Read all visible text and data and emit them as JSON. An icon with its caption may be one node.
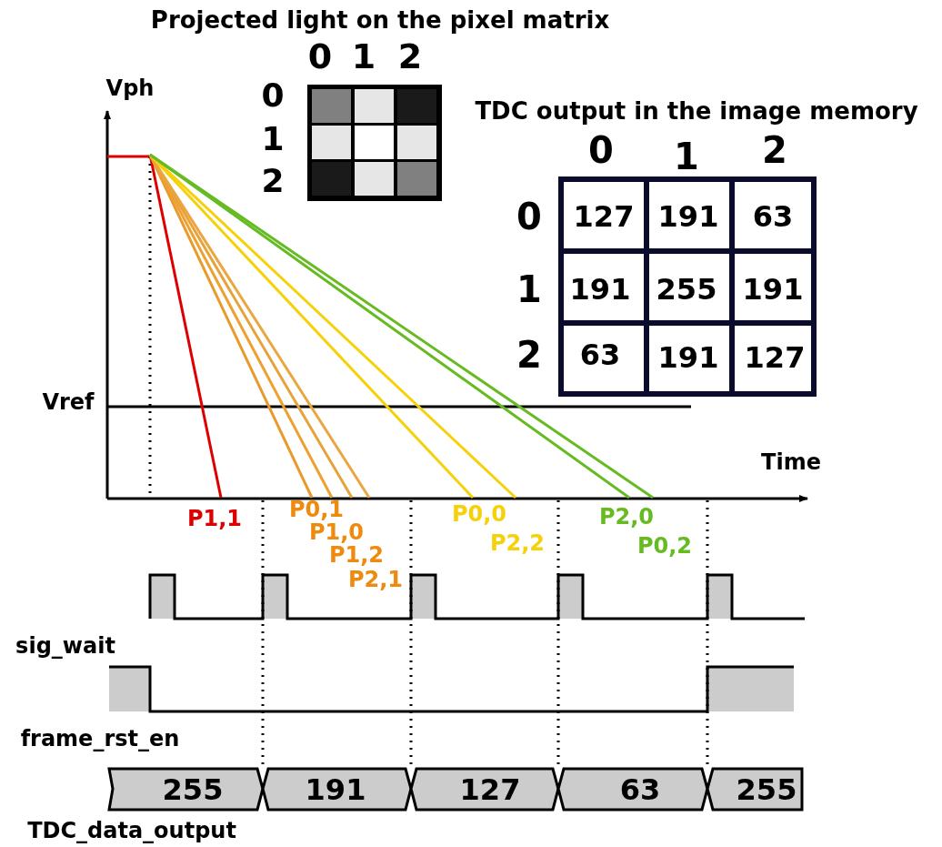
{
  "diagram": {
    "labels": [
      "Projected light on the pixel matrix",
      "0",
      "1",
      "2",
      "Vph",
      "0",
      "TDC output in the image memory",
      "1",
      "0",
      "1",
      "2",
      "2",
      "0",
      "127",
      "191",
      "63",
      "1",
      "191",
      "255",
      "191",
      "2",
      "63",
      "191",
      "127",
      "Vref",
      "Time",
      "P1,1",
      "P0,1",
      "P0,0",
      "P2,0",
      "P1,0",
      "P2,2",
      "P0,2",
      "P1,2",
      "P2,1",
      "sig_wait",
      "frame_rst_en",
      "255",
      "191",
      "127",
      "63",
      "255",
      "TDC_data_output"
    ]
  }
}
